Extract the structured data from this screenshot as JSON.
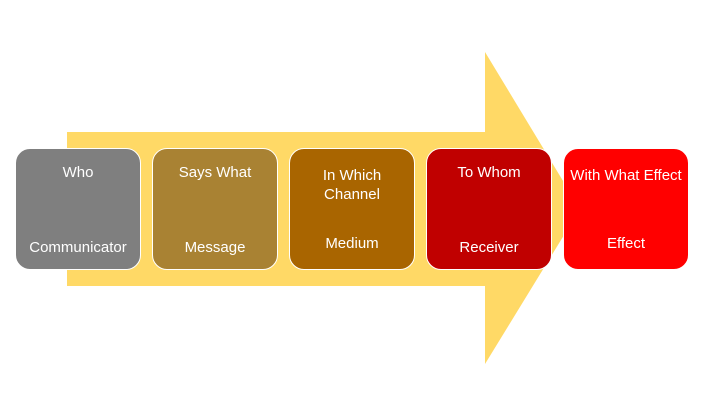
{
  "colors": {
    "arrow": "#ffd966",
    "box_border": "#ffffff",
    "text": "#ffffff"
  },
  "steps": [
    {
      "question": "Who",
      "role": "Communicator",
      "color": "#7f7f7f"
    },
    {
      "question": "Says What",
      "role": "Message",
      "color": "#a98233"
    },
    {
      "question": "In Which Channel",
      "role": "Medium",
      "color": "#a96500"
    },
    {
      "question": "To Whom",
      "role": "Receiver",
      "color": "#c00000"
    },
    {
      "question": "With What Effect",
      "role": "Effect",
      "color": "#ff0000"
    }
  ]
}
